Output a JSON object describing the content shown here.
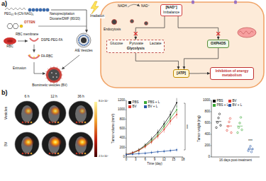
{
  "diagram": {
    "nodes": [
      {
        "text": [
          "[NAD⁺]",
          "Imbalance"
        ]
      },
      {
        "text": [
          "Glucose",
          "Pyruvate",
          "Lactate",
          "Glycolysis"
        ]
      },
      {
        "text": [
          "OXPHOS"
        ]
      },
      {
        "text": [
          "[ATP]"
        ]
      },
      {
        "text": [
          "Inhibition of energy metabolism"
        ]
      }
    ],
    "edges": [
      {
        "from": 0,
        "to": 1,
        "arrow": "to"
      },
      {
        "from": 0,
        "to": 2,
        "arrow": "to"
      },
      {
        "from": 1,
        "to": 3,
        "arrow": "to"
      },
      {
        "from": 2,
        "to": 3,
        "arrow": "to"
      },
      {
        "from": 3,
        "to": 4,
        "arrow": "to"
      }
    ],
    "labels": [
      "a)",
      "PEG₄₅-b-(CN-NAG)₆",
      "Nanoprecipitation",
      "Dioxane/DMF (80/20)",
      "OTTBN",
      "AIE Vesicles",
      "RBC",
      "RBC membrane",
      "DSPE-PEG-FA",
      "FA-RBC",
      "Extrusion",
      "Biomimetic vesicles (BV)",
      "Irradiation",
      "Endocytosis",
      "NADH",
      "NAD⁺",
      "b)",
      "6 h",
      "12 h",
      "36 h",
      "Vesicles",
      "BV",
      "8.0×10⁷",
      "2.5×10⁷",
      "Tumor volume (mm³)",
      "0",
      "200",
      "400",
      "600",
      "800",
      "1000",
      "1200",
      "0",
      "3",
      "6",
      "9",
      "12",
      "15",
      "18",
      "Time (day)",
      "***",
      "Tumor weight (mg)",
      "0",
      "200",
      "400",
      "600",
      "800",
      "1000",
      "16 days post-treatment",
      "***"
    ],
    "legend": [
      {
        "text": "PBS",
        "color": "#111111"
      },
      {
        "text": "PBS + L",
        "color": "#3aa935"
      },
      {
        "text": "BV",
        "color": "#e03a2f"
      },
      {
        "text": "BV + L",
        "color": "#2c5aa8"
      },
      {
        "text": "PBS",
        "color": "#111111"
      },
      {
        "text": "BV",
        "color": "#e03a2f"
      },
      {
        "text": "PBS + L",
        "color": "#3aa935"
      },
      {
        "text": "BV + L",
        "color": "#2c5aa8"
      }
    ]
  }
}
